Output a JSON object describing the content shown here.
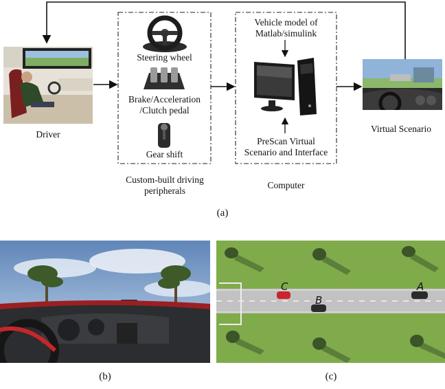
{
  "figure": {
    "driver_label": "Driver",
    "peripherals": {
      "steering": "Steering wheel",
      "pedal_line1": "Brake/Acceleration",
      "pedal_line2": "/Clutch pedal",
      "gear": "Gear shift",
      "caption_line1": "Custom-built driving",
      "caption_line2": "peripherals"
    },
    "computer": {
      "vehicle_line1": "Vehicle model of",
      "vehicle_line2": "Matlab/simulink",
      "prescan_line1": "PreScan Virtual",
      "prescan_line2": "Scenario and Interface",
      "caption": "Computer"
    },
    "virtual_label": "Virtual Scenario",
    "panel_a": "(a)",
    "panel_b": "(b)",
    "panel_c": "(c)",
    "road_cars": {
      "a": "A",
      "b": "B",
      "c": "C"
    }
  },
  "colors": {
    "sky_top": "#5f86b8",
    "sky_bottom": "#c9d9ee",
    "grass": "#7fab4a",
    "road": "#c2c2c2",
    "car_red": "#c8262b",
    "car_dark": "#2b2b2b"
  }
}
